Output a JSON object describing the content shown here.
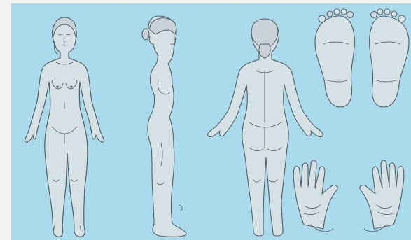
{
  "diagram": {
    "kind": "body-chart",
    "background_color": "#a9dbec",
    "outline_color": "#555e66",
    "fill_color": "#d6e1e6",
    "views": [
      {
        "name": "front-view"
      },
      {
        "name": "side-view"
      },
      {
        "name": "back-view"
      },
      {
        "name": "soles-of-feet"
      },
      {
        "name": "palms-of-hands"
      }
    ]
  }
}
